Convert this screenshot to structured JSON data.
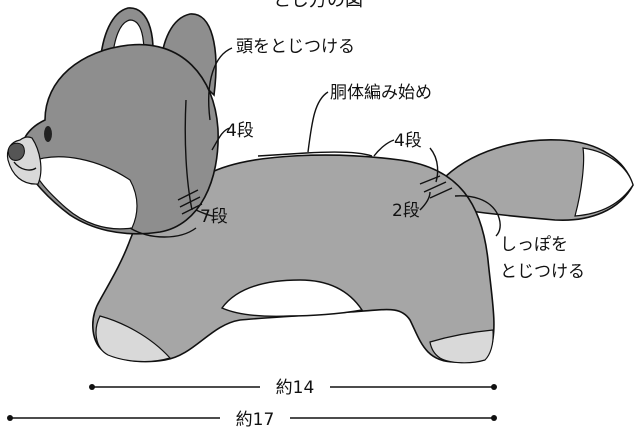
{
  "title": "とじ方の図",
  "labels": {
    "head_attach": "頭をとじつける",
    "body_start": "胴体編み始め",
    "rows_4_front": "4段",
    "rows_4_back": "4段",
    "rows_7": "7段",
    "rows_2": "2段",
    "tail_attach_line1": "しっぽを",
    "tail_attach_line2": "とじつける"
  },
  "dimensions": {
    "inner": "約14",
    "outer": "約17"
  },
  "colors": {
    "body": "#a6a6a6",
    "head": "#8e8e8e",
    "paws": "#d9d9d9",
    "white": "#ffffff",
    "outline": "#111111"
  }
}
